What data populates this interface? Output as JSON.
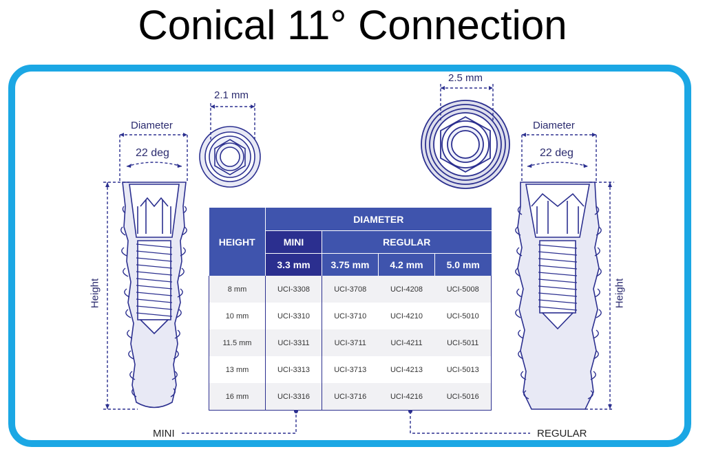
{
  "title": "Conical 11° Connection",
  "accent_color": "#1ba7e4",
  "table_color": "#3f54ad",
  "line_color": "#2b2f8f",
  "left_implant": {
    "diameter_label": "Diameter",
    "angle_label": "22 deg",
    "height_label": "Height",
    "hex_label": "2.1 mm",
    "caption": "MINI"
  },
  "right_implant": {
    "diameter_label": "Diameter",
    "angle_label": "22 deg",
    "height_label": "Height",
    "hex_label": "2.5 mm",
    "caption": "REGULAR"
  },
  "table": {
    "height_header": "HEIGHT",
    "diameter_header": "DIAMETER",
    "mini_header": "MINI",
    "regular_header": "REGULAR",
    "diameters": [
      "3.3 mm",
      "3.75 mm",
      "4.2 mm",
      "5.0 mm"
    ],
    "rows": [
      {
        "height": "8 mm",
        "codes": [
          "UCI-3308",
          "UCI-3708",
          "UCI-4208",
          "UCI-5008"
        ]
      },
      {
        "height": "10 mm",
        "codes": [
          "UCI-3310",
          "UCI-3710",
          "UCI-4210",
          "UCI-5010"
        ]
      },
      {
        "height": "11.5 mm",
        "codes": [
          "UCI-3311",
          "UCI-3711",
          "UCI-4211",
          "UCI-5011"
        ]
      },
      {
        "height": "13 mm",
        "codes": [
          "UCI-3313",
          "UCI-3713",
          "UCI-4213",
          "UCI-5013"
        ]
      },
      {
        "height": "16 mm",
        "codes": [
          "UCI-3316",
          "UCI-3716",
          "UCI-4216",
          "UCI-5016"
        ]
      }
    ]
  }
}
